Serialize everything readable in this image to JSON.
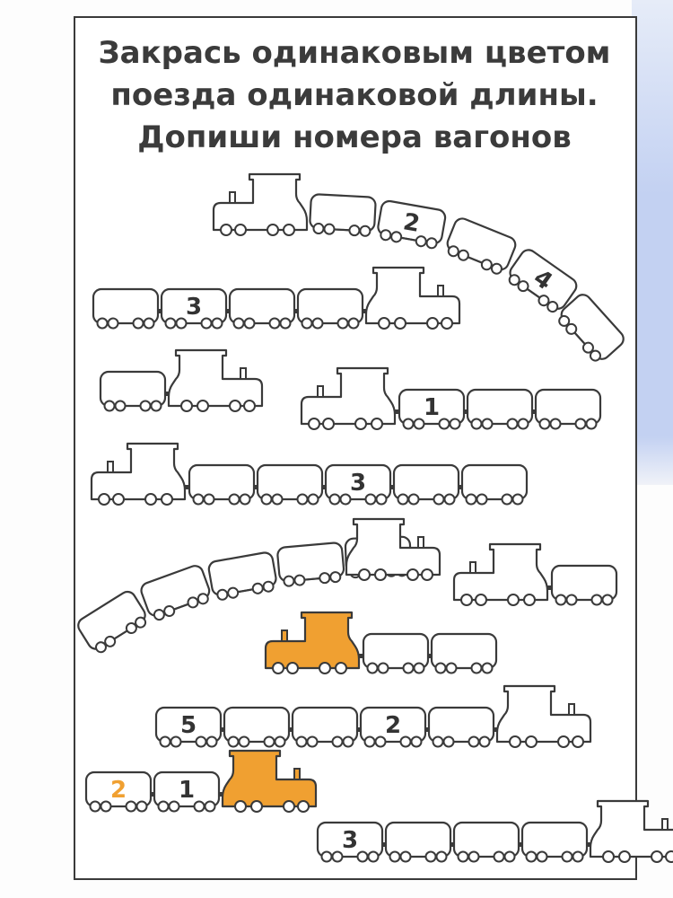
{
  "title": {
    "line1": "Закрась одинаковым цветом",
    "line2": "поезда одинаковой длины.",
    "line3": "Допиши номера вагонов"
  },
  "colors": {
    "stroke": "#3a3a3a",
    "accent": "#f0a031",
    "band": "#c3d1f2"
  },
  "trains": [
    {
      "id": "train-1",
      "locomotive": "left",
      "wagon_labels": [
        "",
        "2",
        "",
        "4",
        ""
      ],
      "filled_locomotive": false
    },
    {
      "id": "train-2",
      "locomotive": "right",
      "wagon_labels": [
        "",
        "3",
        "",
        ""
      ],
      "filled_locomotive": false
    },
    {
      "id": "train-3",
      "locomotive": "right",
      "wagon_labels": [
        ""
      ],
      "filled_locomotive": false
    },
    {
      "id": "train-4",
      "locomotive": "left",
      "wagon_labels": [
        "1",
        "",
        ""
      ],
      "filled_locomotive": false
    },
    {
      "id": "train-5",
      "locomotive": "left",
      "wagon_labels": [
        "",
        "",
        "3",
        "",
        ""
      ],
      "filled_locomotive": false
    },
    {
      "id": "train-6",
      "locomotive": "right",
      "wagon_labels": [
        "",
        "",
        "",
        "",
        ""
      ],
      "filled_locomotive": false
    },
    {
      "id": "train-7",
      "locomotive": "left",
      "wagon_labels": [
        ""
      ],
      "filled_locomotive": false
    },
    {
      "id": "train-8",
      "locomotive": "left",
      "wagon_labels": [
        "",
        ""
      ],
      "filled_locomotive": true
    },
    {
      "id": "train-9",
      "locomotive": "right",
      "wagon_labels": [
        "5",
        "",
        "",
        "2",
        ""
      ],
      "filled_locomotive": false
    },
    {
      "id": "train-10",
      "locomotive": "right",
      "wagon_labels": [
        "2",
        "1"
      ],
      "filled_locomotive": true,
      "accent_labels": [
        "2"
      ]
    },
    {
      "id": "train-11",
      "locomotive": "right",
      "wagon_labels": [
        "3",
        "",
        "",
        ""
      ],
      "filled_locomotive": false
    }
  ]
}
